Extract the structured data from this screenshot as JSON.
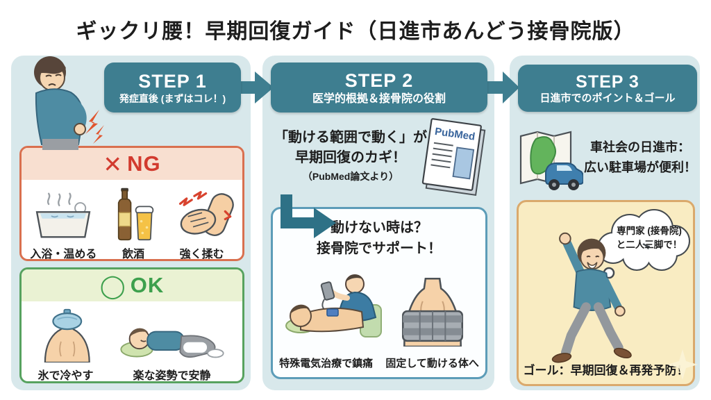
{
  "title": "ギックリ腰！早期回復ガイド（日進市あんどう接骨院版）",
  "colors": {
    "step_teal": "#3e7e90",
    "panel_blue": "#d8e8eb",
    "ng_red": "#d23a2e",
    "ng_border": "#d9704f",
    "ng_header_bg": "#f8dfd0",
    "ok_green": "#3da04d",
    "ok_border": "#57a25f",
    "ok_header_bg": "#eaf2d3",
    "support_border": "#5c9cb8",
    "goal_bg": "#f9ecc2",
    "goal_border": "#daa96c"
  },
  "steps": [
    {
      "label": "STEP 1",
      "subtitle": "発症直後 (まずはコレ！)"
    },
    {
      "label": "STEP 2",
      "subtitle": "医学的根拠＆接骨院の役割"
    },
    {
      "label": "STEP 3",
      "subtitle": "日進市でのポイント＆ゴール"
    }
  ],
  "step1": {
    "ng": {
      "symbol": "✕",
      "heading": "NG",
      "items": [
        {
          "icon": "bathtub-icon",
          "label": "入浴・温める"
        },
        {
          "icon": "beer-icon",
          "label": "飲酒"
        },
        {
          "icon": "massage-hands-icon",
          "label": "強く揉む"
        }
      ]
    },
    "ok": {
      "symbol": "◯",
      "heading": "OK",
      "items": [
        {
          "icon": "ice-pack-back-icon",
          "label": "氷で冷やす"
        },
        {
          "icon": "lying-person-icon",
          "label": "楽な姿勢で安静"
        }
      ]
    }
  },
  "step2": {
    "key_line1": "「動ける範囲で動く」が",
    "key_line2": "早期回復のカギ！",
    "key_source": "（PubMed論文より）",
    "pubmed_label": "PubMed",
    "support": {
      "heading1": "動けない時は？",
      "heading2": "接骨院でサポート！",
      "caption_left": "特殊電気治療で鎮痛",
      "caption_right": "固定して動ける体へ"
    }
  },
  "step3": {
    "car_line1": "車社会の日進市：",
    "car_line2": "広い駐車場が便利！",
    "thought_line1": "専門家 (接骨院)",
    "thought_line2": "と二人三脚で！",
    "goal": "ゴール：早期回復＆再発予防！"
  }
}
